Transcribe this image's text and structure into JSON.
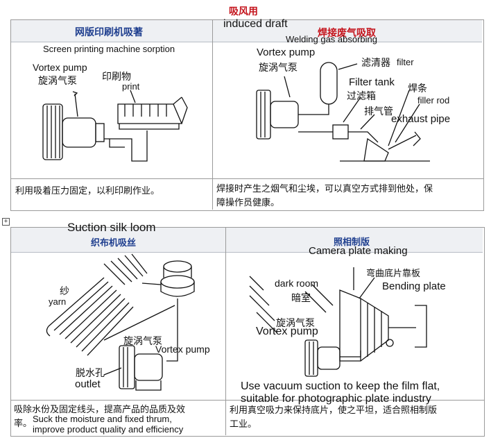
{
  "top": {
    "title_cn": "吸风用",
    "title_en": "induced draft"
  },
  "panel1": {
    "header_cn": "网版印刷机吸著",
    "subtitle_en": "Screen printing machine sorption",
    "vortex_en": "Vortex pump",
    "vortex_cn": "旋涡气泵",
    "print_cn": "印刷物",
    "print_en": "print",
    "desc_cn": "利用吸着压力固定，以利印刷作业。"
  },
  "panel2": {
    "header_cn": "焊接废气吸取",
    "header_en": "Welding gas absorbing",
    "vortex_en": "Vortex pump",
    "vortex_cn": "旋涡气泵",
    "filter_cn": "滤清器",
    "filter_en": "filter",
    "tank_en": "Filter tank",
    "tank_cn": "过滤箱",
    "rod_cn": "焊条",
    "rod_en": "filler rod",
    "exhaust_cn": "排气管",
    "exhaust_en": "exhaust pipe",
    "desc_cn_1": "焊接时产生之烟气和尘埃，可以真空方式排到他处，保",
    "desc_cn_2": "障操作员健康。"
  },
  "panel3": {
    "title_en": "Suction silk loom",
    "header_cn": "织布机吸丝",
    "yarn_cn": "纱",
    "yarn_en": "yarn",
    "vortex_cn": "旋涡气泵",
    "vortex_en": "Vortex pump",
    "outlet_cn": "脱水孔",
    "outlet_en": "outlet",
    "desc_cn_1": "吸除水份及固定线头，提高产品的品质及效",
    "desc_cn_2": "率。",
    "desc_en_1": "Suck the moisture and fixed thrum,",
    "desc_en_2": "improve product quality and efficiency"
  },
  "panel4": {
    "header_cn": "照相制版",
    "header_en": "Camera plate making",
    "bend_cn": "弯曲底片靠板",
    "bend_en": "Bending plate",
    "dark_en": "dark room",
    "dark_cn": "暗室",
    "vortex_cn": "旋涡气泵",
    "vortex_en": "Vortex pump",
    "note_en_1": "Use vacuum suction to keep the film flat,",
    "note_en_2": "suitable for photographic plate industry",
    "desc_cn_1": "利用真空吸力来保持底片，使之平坦，适合照相制版",
    "desc_cn_2": "工业。"
  }
}
